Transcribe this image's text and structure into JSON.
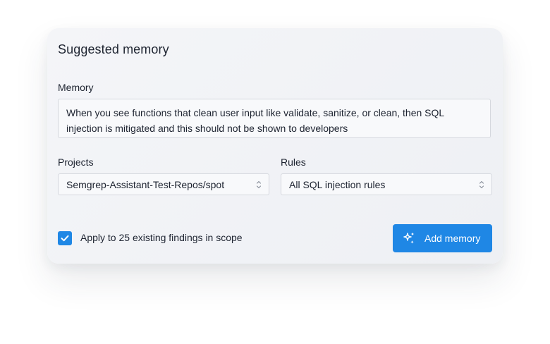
{
  "card": {
    "title": "Suggested memory"
  },
  "memory": {
    "label": "Memory",
    "value": "When you see functions that clean user input like validate, sanitize, or clean, then SQL injection is mitigated and this should not be shown to developers"
  },
  "projects": {
    "label": "Projects",
    "selected": "Semgrep-Assistant-Test-Repos/spot"
  },
  "rules": {
    "label": "Rules",
    "selected": "All SQL injection rules"
  },
  "apply": {
    "checked": true,
    "label": "Apply to 25 existing findings in scope"
  },
  "add_button": {
    "label": "Add memory",
    "icon": "sparkle-icon"
  },
  "colors": {
    "accent": "#1f87e5",
    "text": "#1d2330",
    "border": "#d5d8de"
  }
}
